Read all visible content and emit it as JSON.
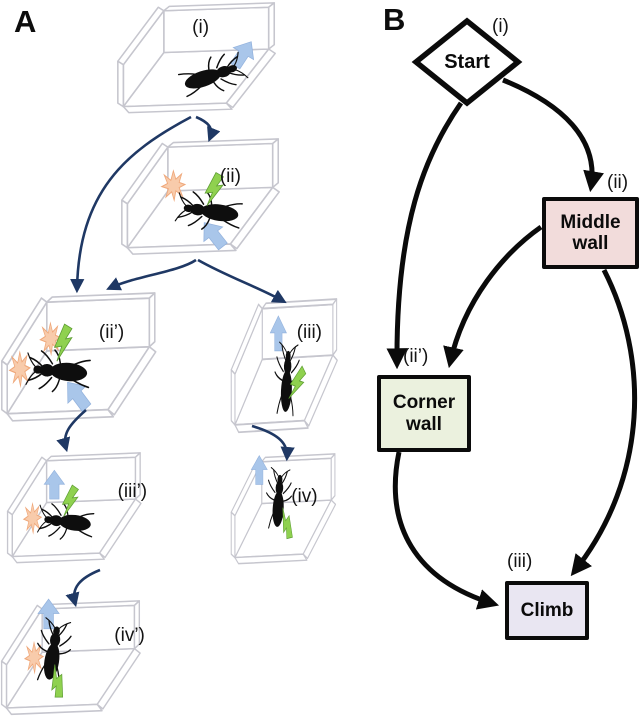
{
  "figure": {
    "background": "#ffffff",
    "panel_a": {
      "label": "A",
      "description_icons": [
        {
          "name": "beetle-icon"
        },
        {
          "name": "push-direction-arrow-icon"
        },
        {
          "name": "collision-burst-icon"
        },
        {
          "name": "marker-bolt-icon"
        }
      ],
      "stages": [
        {
          "id": "i",
          "label": "(i)"
        },
        {
          "id": "ii",
          "label": "(ii)"
        },
        {
          "id": "ii_prime",
          "label": "(ii’)"
        },
        {
          "id": "iii",
          "label": "(iii)"
        },
        {
          "id": "iii_prime",
          "label": "(iii’)"
        },
        {
          "id": "iv",
          "label": "(iv)"
        },
        {
          "id": "iv_prime",
          "label": "(iv’)"
        }
      ],
      "arrows": [
        {
          "from": "i",
          "to": "ii"
        },
        {
          "from": "i",
          "to": "ii_prime"
        },
        {
          "from": "ii",
          "to": "ii_prime"
        },
        {
          "from": "ii",
          "to": "iii"
        },
        {
          "from": "ii_prime",
          "to": "iii_prime"
        },
        {
          "from": "iii",
          "to": "iv"
        },
        {
          "from": "iii_prime",
          "to": "iv_prime"
        }
      ],
      "arrow_color": "#1f3864"
    },
    "panel_b": {
      "label": "B",
      "nodes": [
        {
          "id": "start",
          "label": "Start",
          "tag": "(i)",
          "shape": "diamond",
          "fill": "#ffffff"
        },
        {
          "id": "middle_wall",
          "label": "Middle wall",
          "tag": "(ii)",
          "shape": "rect",
          "fill": "#f2dcdb"
        },
        {
          "id": "corner_wall",
          "label": "Corner wall",
          "tag": "(ii’)",
          "shape": "rect",
          "fill": "#ebf1de"
        },
        {
          "id": "climb",
          "label": "Climb",
          "tag": "(iii)",
          "shape": "rect",
          "fill": "#e9e6f2"
        }
      ],
      "edges": [
        {
          "from": "start",
          "to": "middle_wall"
        },
        {
          "from": "start",
          "to": "corner_wall"
        },
        {
          "from": "middle_wall",
          "to": "corner_wall"
        },
        {
          "from": "middle_wall",
          "to": "climb"
        },
        {
          "from": "corner_wall",
          "to": "climb"
        }
      ],
      "arrow_color": "#0a0a0a"
    },
    "colors": {
      "push_arrow": "#a9c6ea",
      "collision_burst": "#f8cbab",
      "marker_bolt": "#8fd14f",
      "arena_outline": "#c6c6ce",
      "panel_a_arrow": "#1f3864"
    }
  }
}
